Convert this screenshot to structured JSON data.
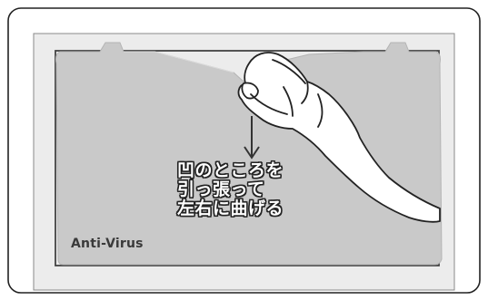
{
  "diagram": {
    "instruction_lines": [
      "凹のところを",
      "引っ張って",
      "左右に曲げる"
    ],
    "brand_label": "Anti-Virus",
    "colors": {
      "outer_border": "#222222",
      "screen_frame": "#ebebeb",
      "screen_frame_border": "#5a5a5a",
      "film": "#c7c7c7",
      "film_edge": "#b5b5b5",
      "hand_fill": "#ffffff",
      "hand_outline": "#222222",
      "arrow": "#333333"
    },
    "icons": [
      "hand-icon",
      "down-arrow-icon"
    ]
  }
}
